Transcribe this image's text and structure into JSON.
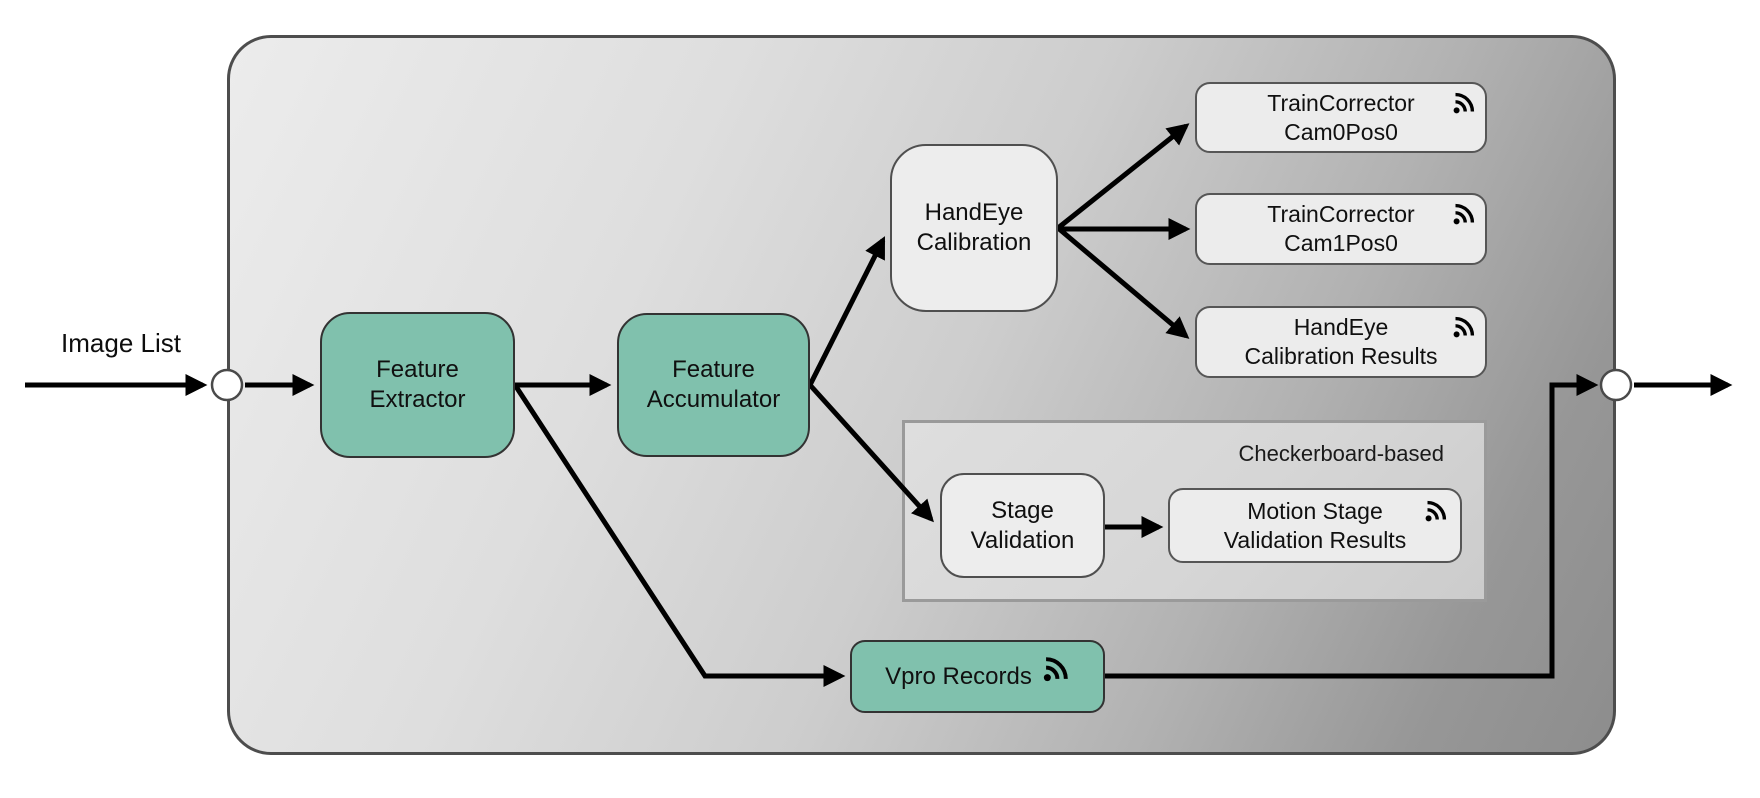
{
  "diagram": {
    "input_label": "Image List",
    "group": {
      "checkerboard": {
        "label": "Checkerboard-based"
      }
    },
    "nodes": {
      "feature_extractor": {
        "lines": [
          "Feature",
          "Extractor"
        ]
      },
      "feature_accumulator": {
        "lines": [
          "Feature",
          "Accumulator"
        ]
      },
      "handeye_calibration": {
        "lines": [
          "HandEye",
          "Calibration"
        ]
      },
      "train_corrector_cam0pos0": {
        "lines": [
          "TrainCorrector",
          "Cam0Pos0"
        ],
        "output_icon": "rss-publish-icon"
      },
      "train_corrector_cam1pos0": {
        "lines": [
          "TrainCorrector",
          "Cam1Pos0"
        ],
        "output_icon": "rss-publish-icon"
      },
      "handeye_calibration_results": {
        "lines": [
          "HandEye",
          "Calibration Results"
        ],
        "output_icon": "rss-publish-icon"
      },
      "stage_validation": {
        "lines": [
          "Stage",
          "Validation"
        ]
      },
      "motion_stage_validation_results": {
        "lines": [
          "Motion Stage",
          "Validation Results"
        ],
        "output_icon": "rss-publish-icon"
      },
      "vpro_records": {
        "label": "Vpro Records",
        "output_icon": "rss-publish-icon"
      }
    },
    "colors": {
      "process_fill": "#80c1ad",
      "result_fill": "#ececec",
      "container_light": "#ececec",
      "container_dark": "#8d8d8d",
      "subgroup_fill": "#d6d6d6",
      "line": "#000000",
      "port_fill": "#ffffff"
    }
  }
}
